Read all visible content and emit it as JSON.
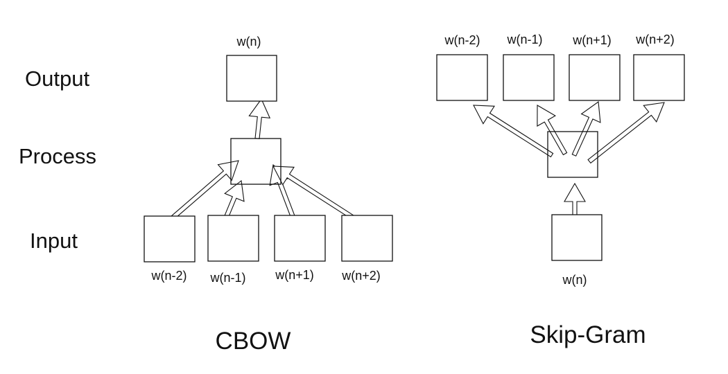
{
  "row_labels": {
    "output": "Output",
    "process": "Process",
    "input": "Input"
  },
  "cbow": {
    "title": "CBOW",
    "output_word": "w(n)",
    "input_words": [
      "w(n-2)",
      "w(n-1)",
      "w(n+1)",
      "w(n+2)"
    ]
  },
  "skipgram": {
    "title": "Skip-Gram",
    "input_word": "w(n)",
    "output_words": [
      "w(n-2)",
      "w(n-1)",
      "w(n+1)",
      "w(n+2)"
    ]
  },
  "colors": {
    "stroke": "#111111",
    "background": "#ffffff"
  }
}
